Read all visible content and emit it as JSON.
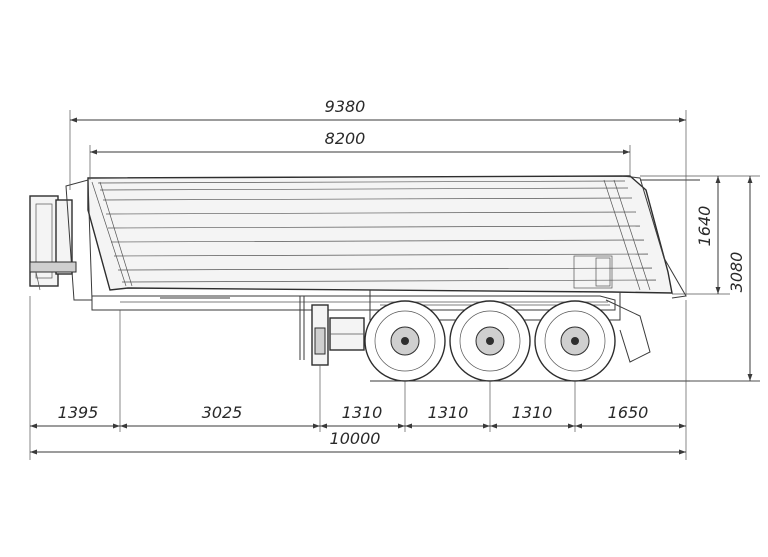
{
  "dimensions": {
    "overall_body_length": "9380",
    "top_box_length": "8200",
    "box_height": "1640",
    "total_height": "3080",
    "overall_length": "10000",
    "front_overhang": "1395",
    "kingpin_to_leg": "3025",
    "axle_spacing_1": "1310",
    "axle_spacing_2": "1310",
    "axle_spacing_3": "1310",
    "rear_overhang": "1650"
  }
}
